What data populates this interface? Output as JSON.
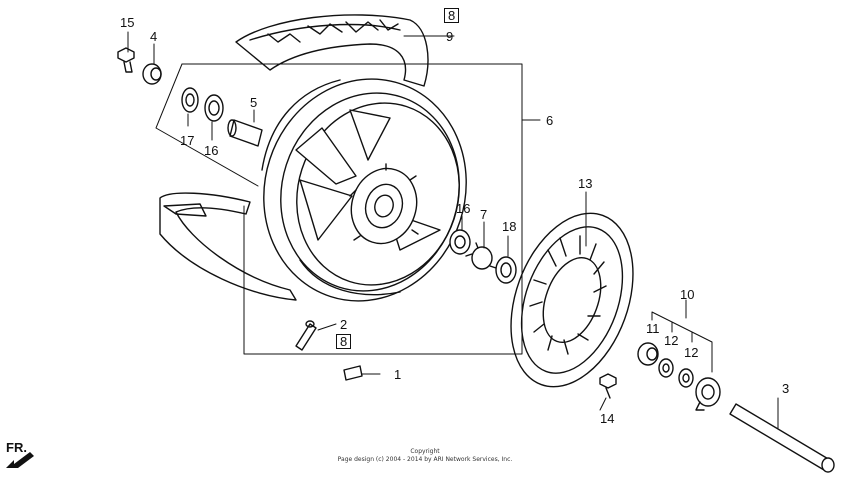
{
  "callouts": {
    "c15": "15",
    "c4": "4",
    "c5": "5",
    "c17": "17",
    "c16a": "16",
    "c8a": "8",
    "c9": "9",
    "c6": "6",
    "c16b": "16",
    "c7": "7",
    "c18": "18",
    "c13": "13",
    "c2": "2",
    "c8b": "8",
    "c1": "1",
    "c10": "10",
    "c11": "11",
    "c12a": "12",
    "c12b": "12",
    "c14": "14",
    "c3": "3"
  },
  "direction_label": "FR.",
  "copyright": {
    "line1": "Copyright",
    "line2": "Page design (c) 2004 - 2014 by ARI Network Services, Inc."
  },
  "colors": {
    "ink": "#111111",
    "background": "#ffffff"
  }
}
